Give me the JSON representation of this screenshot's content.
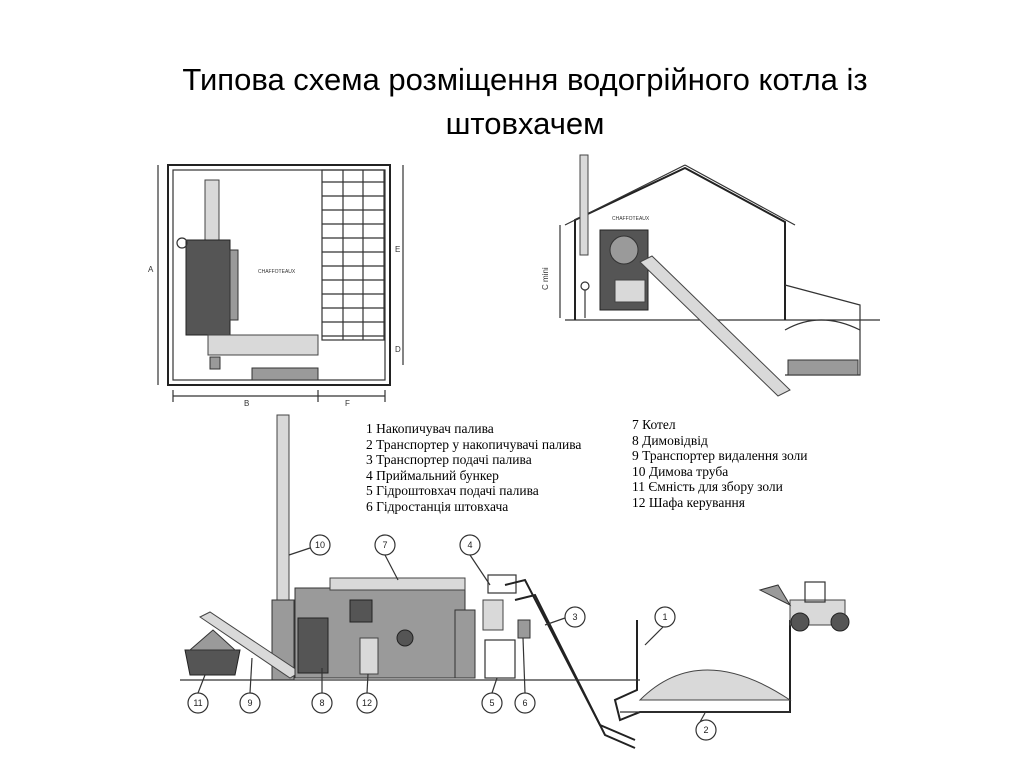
{
  "title": {
    "line1": "Типова схема розміщення водогрійного котла із",
    "line2": "штовхачем"
  },
  "plan_view": {
    "dimensions": [
      "A",
      "B",
      "F",
      "E",
      "D"
    ],
    "stamp": "CHAFFOTEAUX"
  },
  "side_view": {
    "dimension": "C mini",
    "stamp": "CHAFFOTEAUX"
  },
  "legend": {
    "left": [
      "1 Накопичувач палива",
      "2 Транспортер у накопичувачі палива",
      "3 Транспортер подачі палива",
      "4 Приймальний бункер",
      "5 Гідроштовхач подачі палива",
      "6 Гідростанція штовхача"
    ],
    "right": [
      "7 Котел",
      "8 Димовідвід",
      "9 Транспортер видалення золи",
      "10 Димова труба",
      "11 Ємність для збору золи",
      "12 Шафа керування"
    ]
  },
  "callouts": [
    "1",
    "2",
    "3",
    "4",
    "5",
    "6",
    "7",
    "8",
    "9",
    "10",
    "11",
    "12"
  ]
}
